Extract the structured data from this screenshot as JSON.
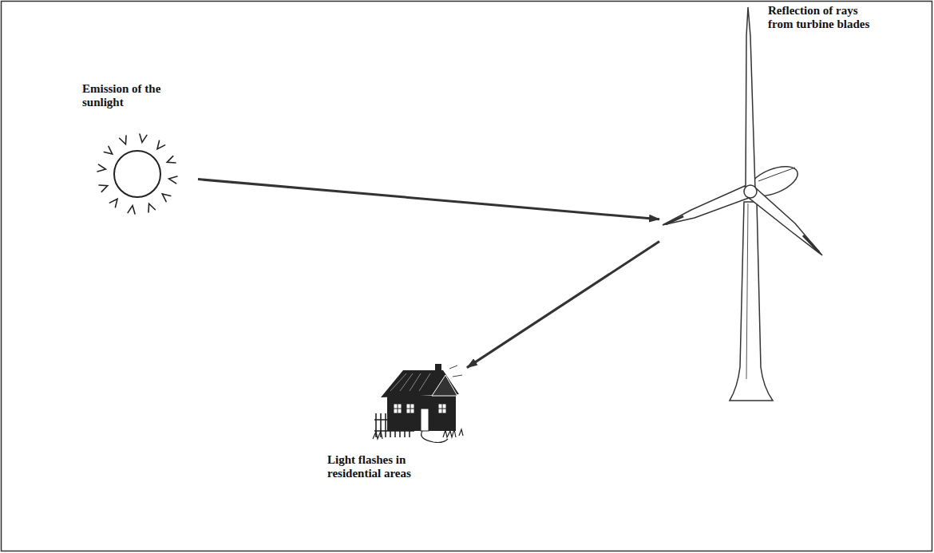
{
  "diagram": {
    "nodes": [
      {
        "text": [
          "Emission of the sunlight"
        ]
      },
      {
        "text": [
          "Reflection of rays from turbine blades"
        ]
      },
      {
        "text": [
          "Light flashes in residential areas"
        ]
      }
    ],
    "edges": [
      {
        "from": 0,
        "to": 1,
        "arrow": "to"
      },
      {
        "from": 1,
        "to": 2,
        "arrow": "to"
      }
    ]
  }
}
